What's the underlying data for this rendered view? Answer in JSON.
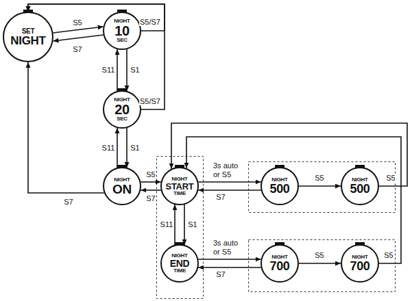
{
  "diagram": {
    "nodes": [
      {
        "text": [
          "SET",
          "NIGHT"
        ]
      },
      {
        "text": [
          "NIGHT",
          "10",
          "SEC"
        ]
      },
      {
        "text": [
          "NIGHT",
          "20",
          "SEC"
        ]
      },
      {
        "text": [
          "NIGHT",
          "ON"
        ]
      },
      {
        "text": [
          "NIGHT",
          "START",
          "TIME"
        ]
      },
      {
        "text": [
          "NIGHT",
          "END",
          "TIME"
        ]
      },
      {
        "text": [
          "NIGHT",
          "500"
        ]
      },
      {
        "text": [
          "NIGHT",
          "500"
        ]
      },
      {
        "text": [
          "NIGHT",
          "700"
        ]
      },
      {
        "text": [
          "NIGHT",
          "700"
        ]
      }
    ],
    "edges": [
      {
        "from": 0,
        "to": 1,
        "label": "S5",
        "arrow": "to"
      },
      {
        "from": 1,
        "to": 0,
        "label": "S7",
        "arrow": "to"
      },
      {
        "from": 1,
        "to": 0,
        "label": "S5/S7",
        "arrow": "to"
      },
      {
        "from": 2,
        "to": 0,
        "label": "S5/S7",
        "arrow": "to"
      },
      {
        "from": 1,
        "to": 2,
        "label": "S1",
        "arrow": "to"
      },
      {
        "from": 2,
        "to": 1,
        "label": "S11",
        "arrow": "to"
      },
      {
        "from": 2,
        "to": 3,
        "label": "S1",
        "arrow": "to"
      },
      {
        "from": 3,
        "to": 2,
        "label": "S11",
        "arrow": "to"
      },
      {
        "from": 3,
        "to": 0,
        "label": "S7",
        "arrow": "to"
      },
      {
        "from": 3,
        "to": 4,
        "label": "S5",
        "arrow": "to"
      },
      {
        "from": 4,
        "to": 3,
        "label": "S7",
        "arrow": "to"
      },
      {
        "from": 4,
        "to": 5,
        "label": "S1",
        "arrow": "to"
      },
      {
        "from": 5,
        "to": 4,
        "label": "S11",
        "arrow": "to"
      },
      {
        "from": 4,
        "to": 6,
        "label": "3s auto or S5",
        "arrow": "to"
      },
      {
        "from": 6,
        "to": 4,
        "label": "S7",
        "arrow": "to"
      },
      {
        "from": 5,
        "to": 8,
        "label": "3s auto or S5",
        "arrow": "to"
      },
      {
        "from": 8,
        "to": 5,
        "label": "S7",
        "arrow": "to"
      },
      {
        "from": 6,
        "to": 7,
        "label": "S5",
        "arrow": "to"
      },
      {
        "from": 8,
        "to": 9,
        "label": "S5",
        "arrow": "to"
      },
      {
        "from": 7,
        "to": 4,
        "label": "S5",
        "arrow": "to"
      },
      {
        "from": 9,
        "to": 4,
        "label": "S5",
        "arrow": "to"
      }
    ]
  }
}
